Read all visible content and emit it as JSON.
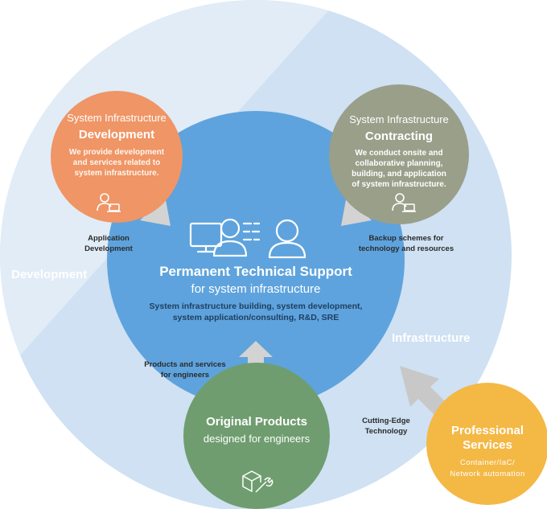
{
  "ring": {
    "development_label": "Development",
    "infrastructure_label": "Infrastructure"
  },
  "center": {
    "title": "Permanent Technical Support",
    "subtitle": "for system infrastructure",
    "desc_line1": "System infrastructure building, system development,",
    "desc_line2": "system application/consulting, R&D, SRE"
  },
  "development_node": {
    "line1": "System Infrastructure",
    "line2": "Development",
    "desc1": "We provide development",
    "desc2": "and services related to",
    "desc3": "system infrastructure."
  },
  "contracting_node": {
    "line1": "System Infrastructure",
    "line2": "Contracting",
    "desc1": "We conduct onsite and",
    "desc2": "collaborative planning,",
    "desc3": "building, and application",
    "desc4": "of system infrastructure."
  },
  "products_node": {
    "line1": "Original Products",
    "line2": "designed for engineers"
  },
  "services_node": {
    "line1": "Professional",
    "line2": "Services",
    "desc1": "Container/IaC/",
    "desc2": "Network automation"
  },
  "flows": {
    "app_dev_1": "Application",
    "app_dev_2": "Development",
    "backup_1": "Backup schemes for",
    "backup_2": "technology and resources",
    "products_1": "Products and services",
    "products_2": "for engineers",
    "cutting_1": "Cutting-Edge",
    "cutting_2": "Technology"
  },
  "icons": [
    "person-laptop-icon",
    "support-people-icon",
    "box-wrench-icon"
  ],
  "colors": {
    "outer_ring": "#cfe1f3",
    "outer_ring_light": "#e1ecf7",
    "center": "#5ea3dd",
    "development": "#ef9566",
    "contracting": "#9a9f8a",
    "products": "#6f9d6f",
    "services": "#f4b845",
    "arrow": "#d0d0d0",
    "ring_text": "#ffffff"
  }
}
